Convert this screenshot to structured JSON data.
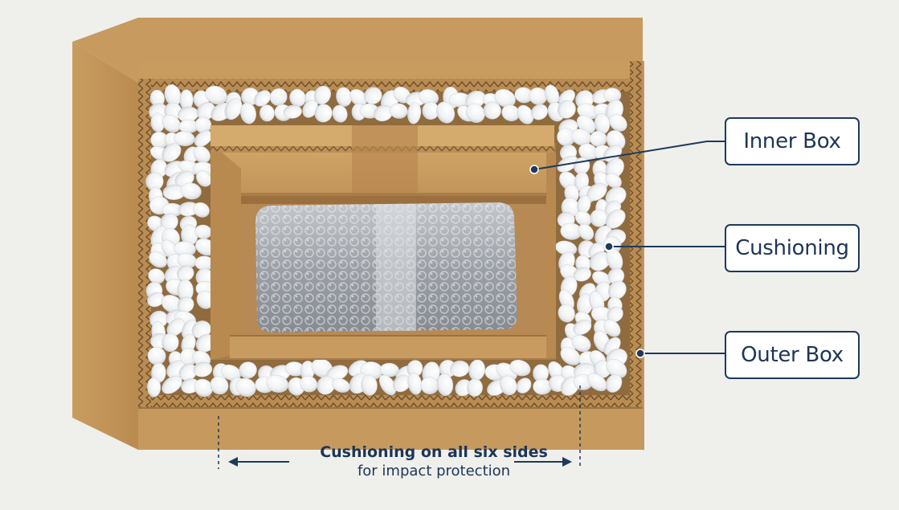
{
  "labels": {
    "inner_box": "Inner Box",
    "cushioning": "Cushioning",
    "outer_box": "Outer Box"
  },
  "caption": {
    "line1": "Cushioning on all six sides",
    "line2": "for impact protection"
  },
  "colors": {
    "cardboard": "#c79a5f",
    "cardboard_dark": "#a87a42",
    "foam": "#f6f7f8",
    "callout": "#1e3a5c",
    "bubble_wrap": "#a6abb1"
  }
}
